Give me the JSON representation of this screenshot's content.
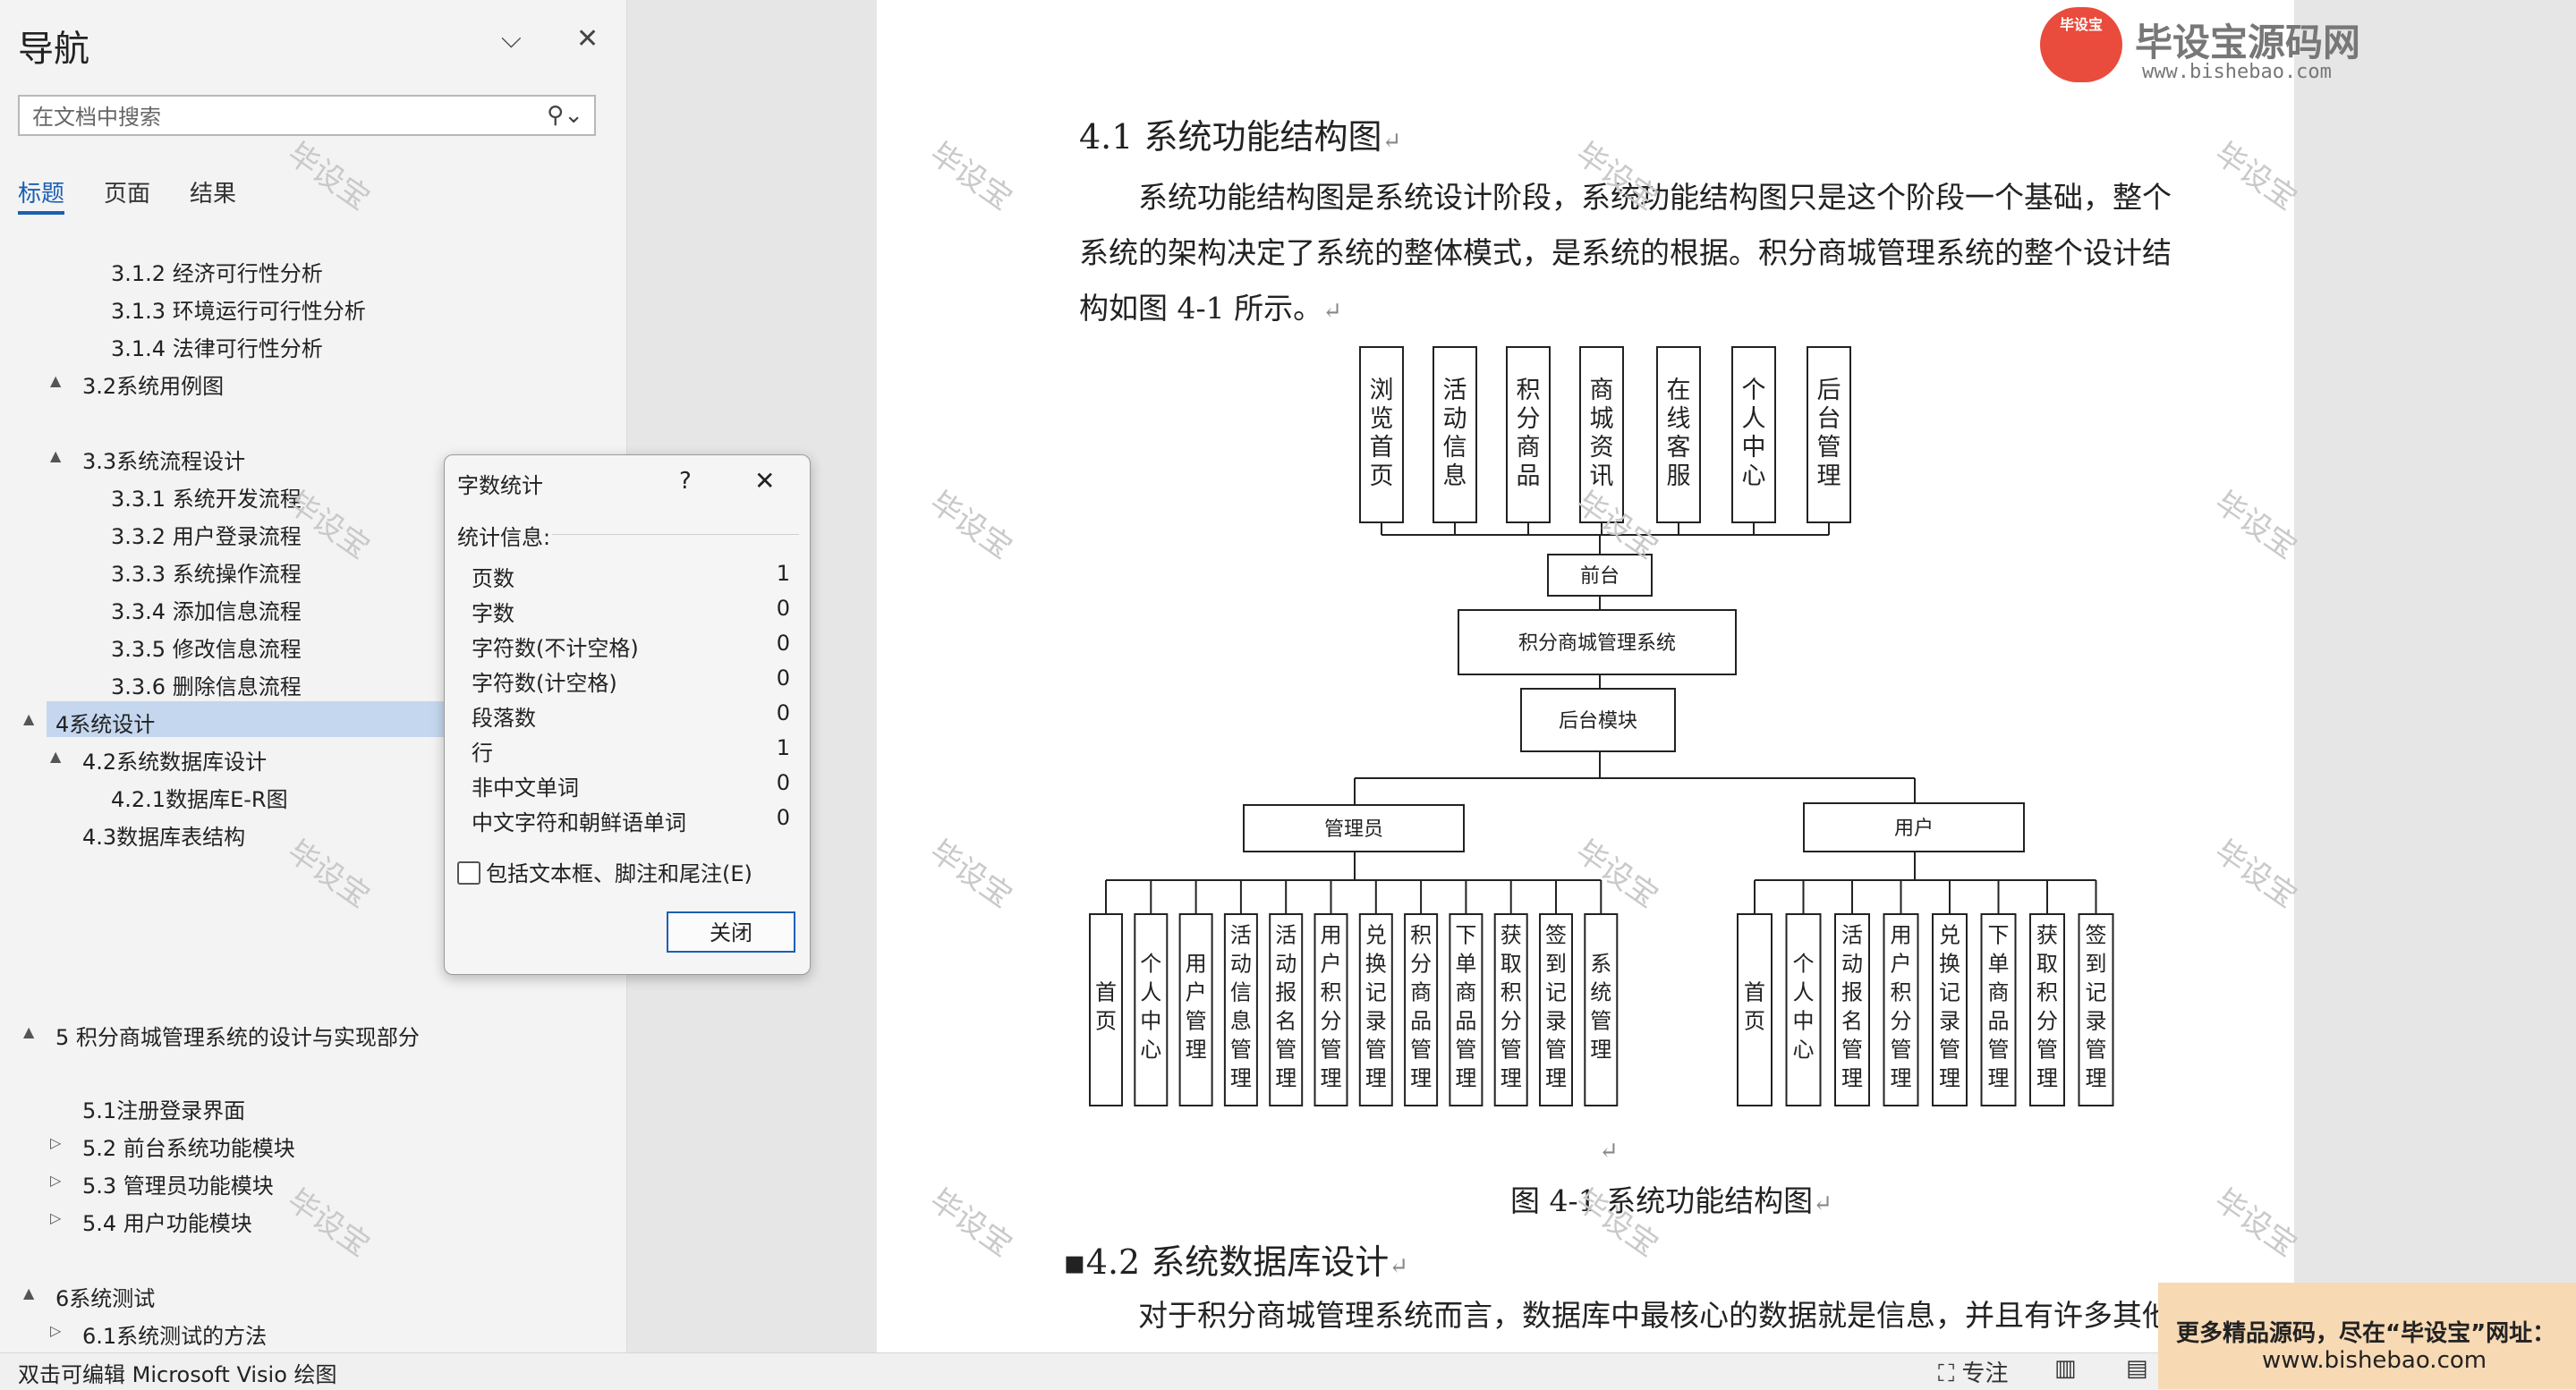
{
  "nav": {
    "title": "导航",
    "search_placeholder": "在文档中搜索",
    "tabs": [
      "标题",
      "页面",
      "结果"
    ],
    "headings": [
      {
        "text": "3.1.2 经济可行性分析",
        "level": 3
      },
      {
        "text": "3.1.3 环境运行可行性分析",
        "level": 3
      },
      {
        "text": "3.1.4 法律可行性分析",
        "level": 3
      },
      {
        "text": "3.2系统用例图",
        "level": 2,
        "arrow": "▲"
      },
      {
        "text": "3.3系统流程设计",
        "level": 2,
        "arrow": "▲"
      },
      {
        "text": "3.3.1 系统开发流程",
        "level": 3
      },
      {
        "text": "3.3.2 用户登录流程",
        "level": 3
      },
      {
        "text": "3.3.3 系统操作流程",
        "level": 3
      },
      {
        "text": "3.3.4 添加信息流程",
        "level": 3
      },
      {
        "text": "3.3.5 修改信息流程",
        "level": 3
      },
      {
        "text": "3.3.6 删除信息流程",
        "level": 3
      },
      {
        "text": "4系统设计",
        "level": 1,
        "arrow": "▲",
        "selected": true
      },
      {
        "text": "4.2系统数据库设计",
        "level": 2,
        "arrow": "▲"
      },
      {
        "text": "4.2.1数据库E-R图",
        "level": 3
      },
      {
        "text": "4.3数据库表结构",
        "level": 2
      },
      {
        "text": "5 积分商城管理系统的设计与实现部分",
        "level": 1,
        "arrow": "▲"
      },
      {
        "text": "5.1注册登录界面",
        "level": 2
      },
      {
        "text": "5.2 前台系统功能模块",
        "level": 2,
        "arrow": "▷"
      },
      {
        "text": "5.3 管理员功能模块",
        "level": 2,
        "arrow": "▷"
      },
      {
        "text": "5.4 用户功能模块",
        "level": 2,
        "arrow": "▷"
      },
      {
        "text": "6系统测试",
        "level": 1,
        "arrow": "▲"
      },
      {
        "text": "6.1系统测试的方法",
        "level": 2,
        "arrow": "▷"
      }
    ]
  },
  "dialog": {
    "title": "字数统计",
    "help": "?",
    "close_x": "✕",
    "section": "统计信息:",
    "stats": [
      {
        "name": "页数",
        "value": "1"
      },
      {
        "name": "字数",
        "value": "0"
      },
      {
        "name": "字符数(不计空格)",
        "value": "0"
      },
      {
        "name": "字符数(计空格)",
        "value": "0"
      },
      {
        "name": "段落数",
        "value": "0"
      },
      {
        "name": "行",
        "value": "1"
      },
      {
        "name": "非中文单词",
        "value": "0"
      },
      {
        "name": "中文字符和朝鲜语单词",
        "value": "0"
      }
    ],
    "checkbox_label": "包括文本框、脚注和尾注(E)",
    "close_button": "关闭"
  },
  "doc": {
    "logo_badge": "毕设宝",
    "logo_title": "毕设宝源码网",
    "logo_url": "www.bishebao.com",
    "heading1": "4.1 系统功能结构图",
    "para1_line1": "系统功能结构图是系统设计阶段，系统功能结构图只是这个阶段一个基础，整个",
    "para1_line2": "系统的架构决定了系统的整体模式，是系统的根据。积分商城管理系统的整个设计结",
    "para1_line3": "构如图 4-1 所示。",
    "caption": "图 4-1 系统功能结构图",
    "heading2": "4.2 系统数据库设计",
    "para2_line1": "对于积分商城管理系统而言，数据库中最核心的数据就是信息，并且有许多其他",
    "watermark": "毕设宝",
    "para_mark": "↵"
  },
  "diagram": {
    "front_modules": [
      "浏览首页",
      "活动信息",
      "积分商品",
      "商城资讯",
      "在线客服",
      "个人中心",
      "后台管理"
    ],
    "front_node": "前台",
    "system_node": "积分商城管理系统",
    "backend_node": "后台模块",
    "admin_node": "管理员",
    "user_node": "用户",
    "admin_modules": [
      "首页",
      "个人中心",
      "用户管理",
      "活动信息管理",
      "活动报名管理",
      "用户积分管理",
      "兑换记录管理",
      "积分商品管理",
      "下单商品管理",
      "获取积分管理",
      "签到记录管理",
      "系统管理"
    ],
    "user_modules": [
      "首页",
      "个人中心",
      "活动报名管理",
      "用户积分管理",
      "兑换记录管理",
      "下单商品管理",
      "获取积分管理",
      "签到记录管理"
    ]
  },
  "status": {
    "text": "双击可编辑 Microsoft Visio 绘图",
    "focus": "专注"
  },
  "promo": {
    "line1": "更多精品源码，尽在“毕设宝”网址：",
    "line2": "www.bishebao.com"
  }
}
